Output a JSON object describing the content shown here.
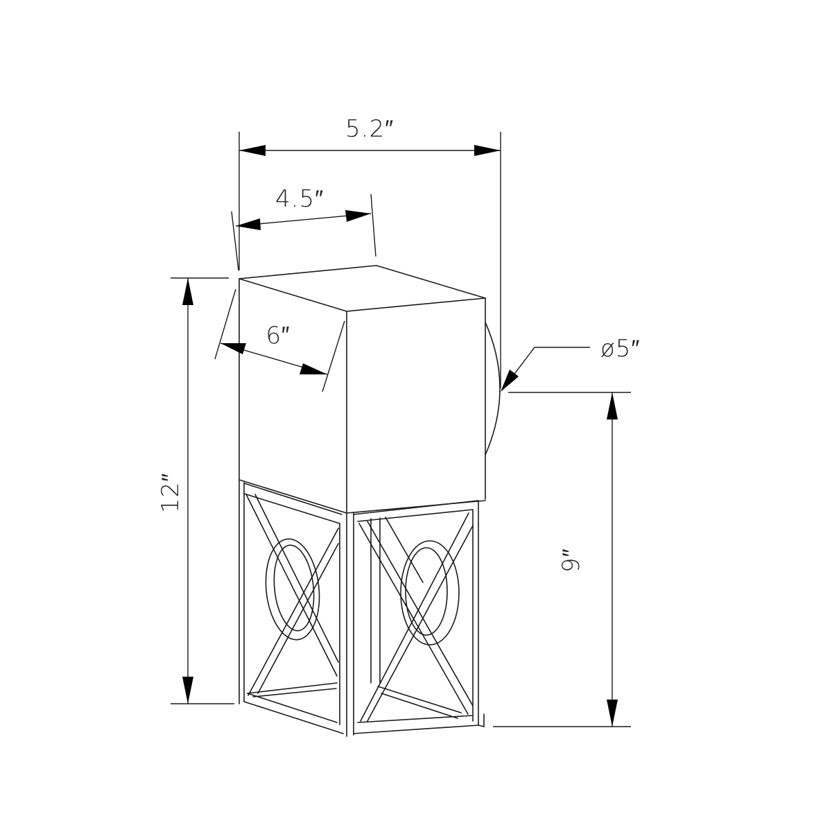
{
  "drawing": {
    "type": "dimension-drawing",
    "subject": "square outdoor wall lantern with X and ring lattice base",
    "stroke_color": "#1a1a1a",
    "background": "#ffffff"
  },
  "dimensions": {
    "overall_projection": {
      "label": "5.2″",
      "value": 5.2,
      "unit": "in"
    },
    "body_width": {
      "label": "4.5″",
      "value": 4.5,
      "unit": "in"
    },
    "body_depth": {
      "label": "6″",
      "value": 6,
      "unit": "in"
    },
    "backplate_diameter": {
      "label": "ø5″",
      "value": 5,
      "unit": "in"
    },
    "overall_height": {
      "label": "12″",
      "value": 12,
      "unit": "in"
    },
    "backplate_center_height": {
      "label": "9″",
      "value": 9,
      "unit": "in"
    }
  }
}
